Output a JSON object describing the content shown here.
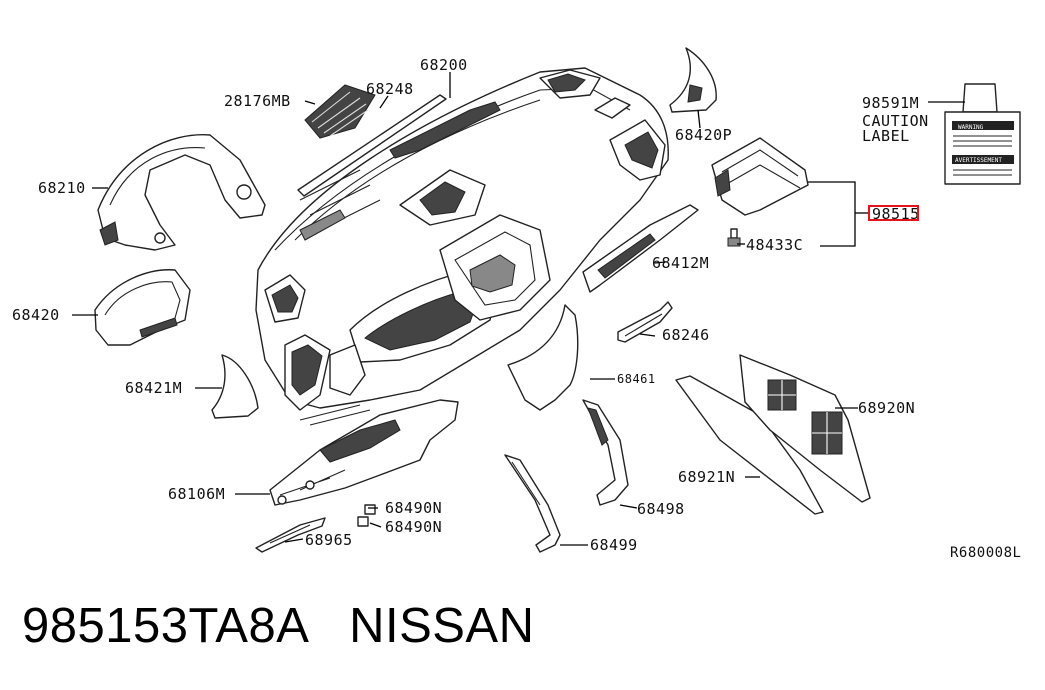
{
  "diagram": {
    "part_labels": {
      "p68200": "68200",
      "p28176MB": "28176MB",
      "p68248": "68248",
      "p68210": "68210",
      "p68420": "68420",
      "p68421M": "68421M",
      "p68106M": "68106M",
      "p68490N_a": "68490N",
      "p68490N_b": "68490N",
      "p68965": "68965",
      "p68420P": "68420P",
      "p98591M": "98591M",
      "caution": "CAUTION",
      "label": "LABEL",
      "p98515": "98515",
      "p48433C": "48433C",
      "p68412M": "68412M",
      "p68246": "68246",
      "p68461": "68461",
      "p68920N": "68920N",
      "p68921N": "68921N",
      "p68498": "68498",
      "p68499": "68499"
    },
    "caution_card": {
      "warning": "WARNING",
      "avertissement": "AVERTISSEMENT"
    },
    "reference_code": "R680008L"
  },
  "caption": {
    "part_number": "985153TA8A",
    "brand": "NISSAN"
  },
  "colors": {
    "highlight": "#e3141b",
    "line": "#222222"
  }
}
